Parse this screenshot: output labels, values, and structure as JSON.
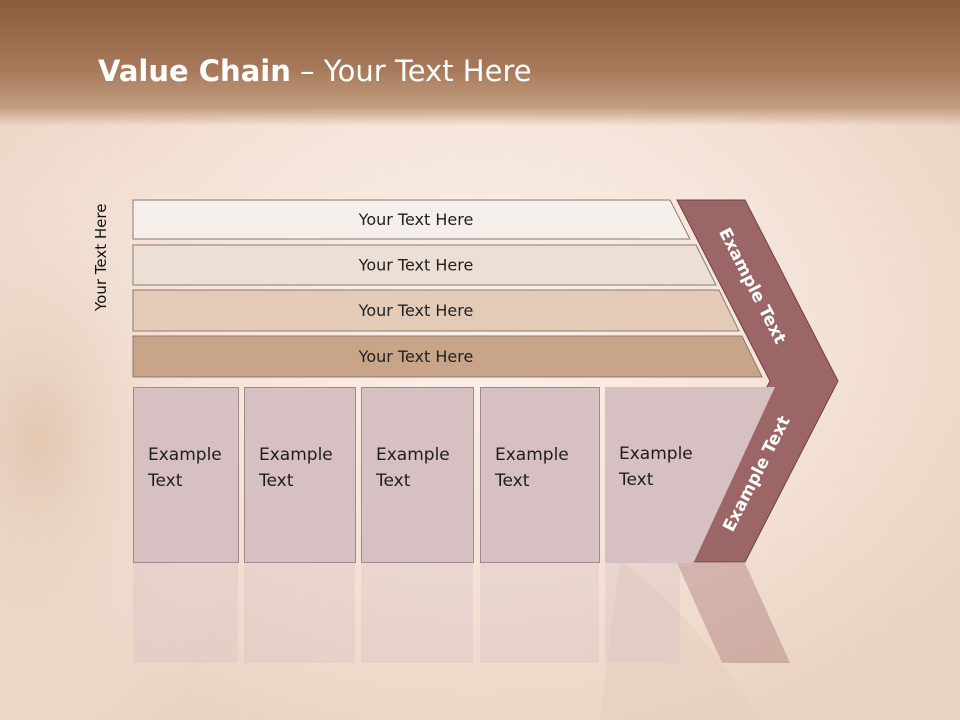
{
  "slide": {
    "title_bold": "Value Chain",
    "title_rest": " – Your Text Here",
    "side_label": "Your Text Here",
    "rows": [
      {
        "label": "Your Text Here",
        "color": "#f5efec"
      },
      {
        "label": "Your Text Here",
        "color": "#ecdfd4"
      },
      {
        "label": "Your Text Here",
        "color": "#e3cbb8"
      },
      {
        "label": "Your Text Here",
        "color": "#c8a489"
      }
    ],
    "boxes": [
      {
        "label": "Example\nText"
      },
      {
        "label": "Example\nText"
      },
      {
        "label": "Example\nText"
      },
      {
        "label": "Example\nText"
      },
      {
        "label": "Example\nText"
      }
    ],
    "chevron": {
      "top_label": "Example Text",
      "bottom_label": "Example Text",
      "color": "#9c6566"
    }
  }
}
